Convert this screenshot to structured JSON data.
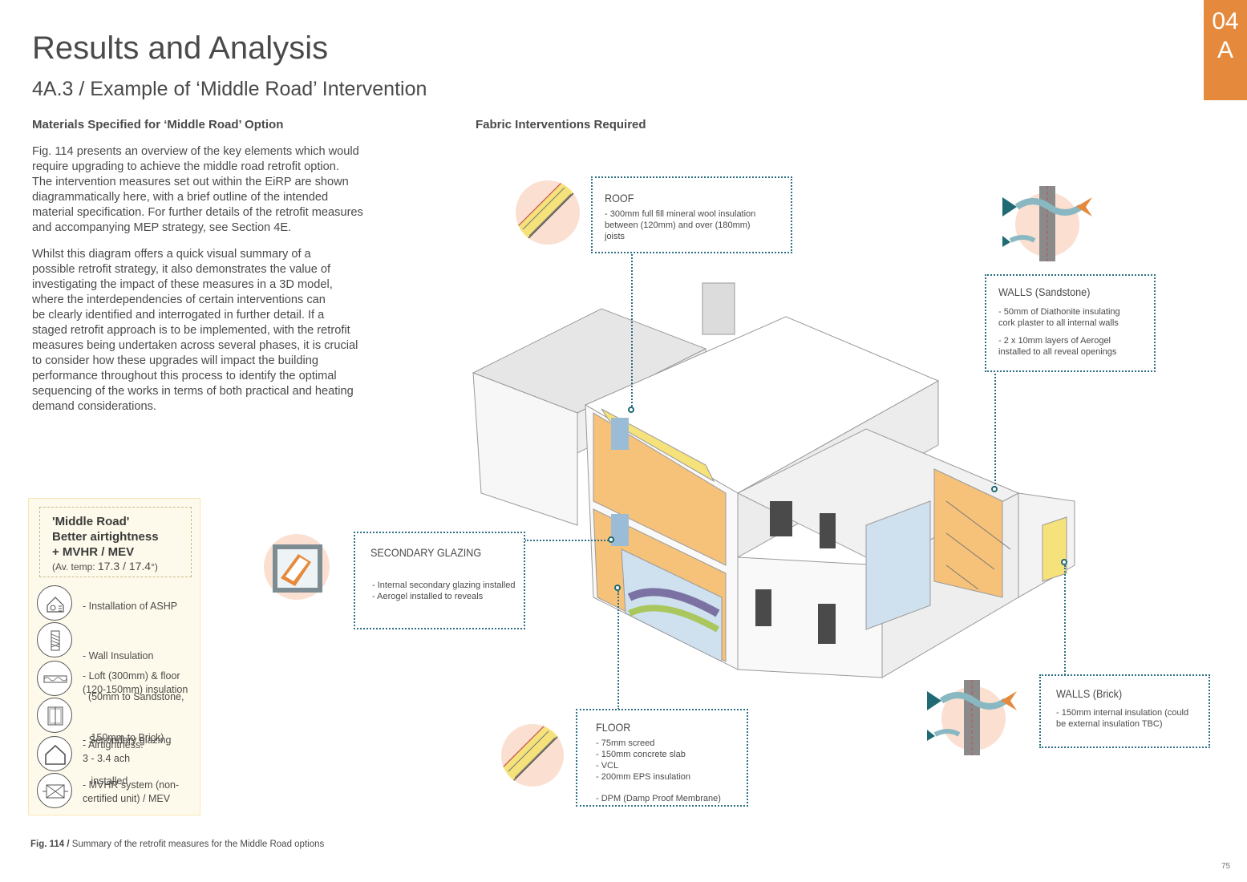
{
  "section_tab": {
    "number": "04",
    "letter": "A"
  },
  "title": "Results and Analysis",
  "subtitle": "4A.3 / Example of ‘Middle Road’ Intervention",
  "left_heading": "Materials Specified for ‘Middle Road’ Option",
  "right_heading": "Fabric Interventions Required",
  "paragraph1": [
    "Fig. 114 presents an overview of the key elements which would",
    "require upgrading to achieve the middle road retrofit option.",
    "The intervention measures set out within the EiRP are shown",
    "diagrammatically here, with a brief outline of the intended",
    "material specification. For further details of the retrofit measures",
    "and accompanying MEP strategy, see Section 4E."
  ],
  "paragraph2": [
    "Whilst this diagram offers a quick visual summary of a",
    "possible retrofit strategy, it also demonstrates the value of",
    "investigating the impact of these measures in a 3D model,",
    "where the interdependencies of certain interventions can",
    "be clearly identified and interrogated in further detail. If a",
    "staged retrofit approach is to be implemented, with the retrofit",
    "measures being undertaken across several phases, it is crucial",
    "to consider how these upgrades will impact the building",
    "performance throughout this process to identify the optimal",
    "sequencing of the works in terms of both practical and heating",
    "demand considerations."
  ],
  "summary": {
    "heading_lines": [
      "'Middle Road'",
      "Better airtightness",
      "+ MVHR / MEV"
    ],
    "temp_prefix": "(Av. temp: ",
    "temp_value": "17.3 / 17.4",
    "temp_suffix": "°)",
    "measures": [
      {
        "icon": "ashp-icon",
        "lines": [
          "- Installation of ASHP"
        ]
      },
      {
        "icon": "wall-insulation-icon",
        "lines": [
          "- Wall Insulation",
          "  (50mm to Sandstone,",
          "   150mm to Brick)"
        ]
      },
      {
        "icon": "loft-insulation-icon",
        "lines": [
          "- Loft (300mm) & floor",
          "(120-150mm) insulation"
        ]
      },
      {
        "icon": "secondary-glazing-icon",
        "lines": [
          "- Secondary glazing",
          "   installed"
        ]
      },
      {
        "icon": "airtightness-icon",
        "lines": [
          "- Airtightness:",
          "3 - 3.4 ach"
        ]
      },
      {
        "icon": "mvhr-icon",
        "lines": [
          "- MVHR system (non-",
          "certified unit) / MEV"
        ]
      }
    ]
  },
  "callouts": {
    "roof": {
      "title": "ROOF",
      "lines": [
        "- 300mm full fill mineral wool insulation",
        "between (120mm)  and over (180mm)",
        "joists"
      ]
    },
    "walls_sandstone": {
      "title": "WALLS (Sandstone)",
      "lines": [
        "- 50mm of Diathonite insulating",
        "cork plaster to all internal walls",
        "",
        "- 2 x 10mm layers of Aerogel",
        "installed to all reveal openings"
      ]
    },
    "secondary_glazing": {
      "title": "SECONDARY GLAZING",
      "lines": [
        "- Internal secondary glazing installed",
        "- Aerogel installed to reveals"
      ]
    },
    "floor": {
      "title": "FLOOR",
      "lines": [
        "- 75mm screed",
        "- 150mm concrete slab",
        "- VCL",
        "- 200mm EPS insulation",
        "",
        "- DPM (Damp Proof Membrane)"
      ]
    },
    "walls_brick": {
      "title": "WALLS (Brick)",
      "lines": [
        "- 150mm internal insulation (could",
        "be external insulation TBC)"
      ]
    }
  },
  "caption": {
    "label": "Fig. 114 /",
    "text": " Summary of the retrofit measures for the Middle Road options"
  },
  "page_number": "75",
  "colors": {
    "accent": "#e58a3c",
    "teal": "#2d6f84",
    "summary_bg": "#fefaeb",
    "insulation_yellow": "#f6e27a",
    "wall_orange": "#f6c27a"
  }
}
